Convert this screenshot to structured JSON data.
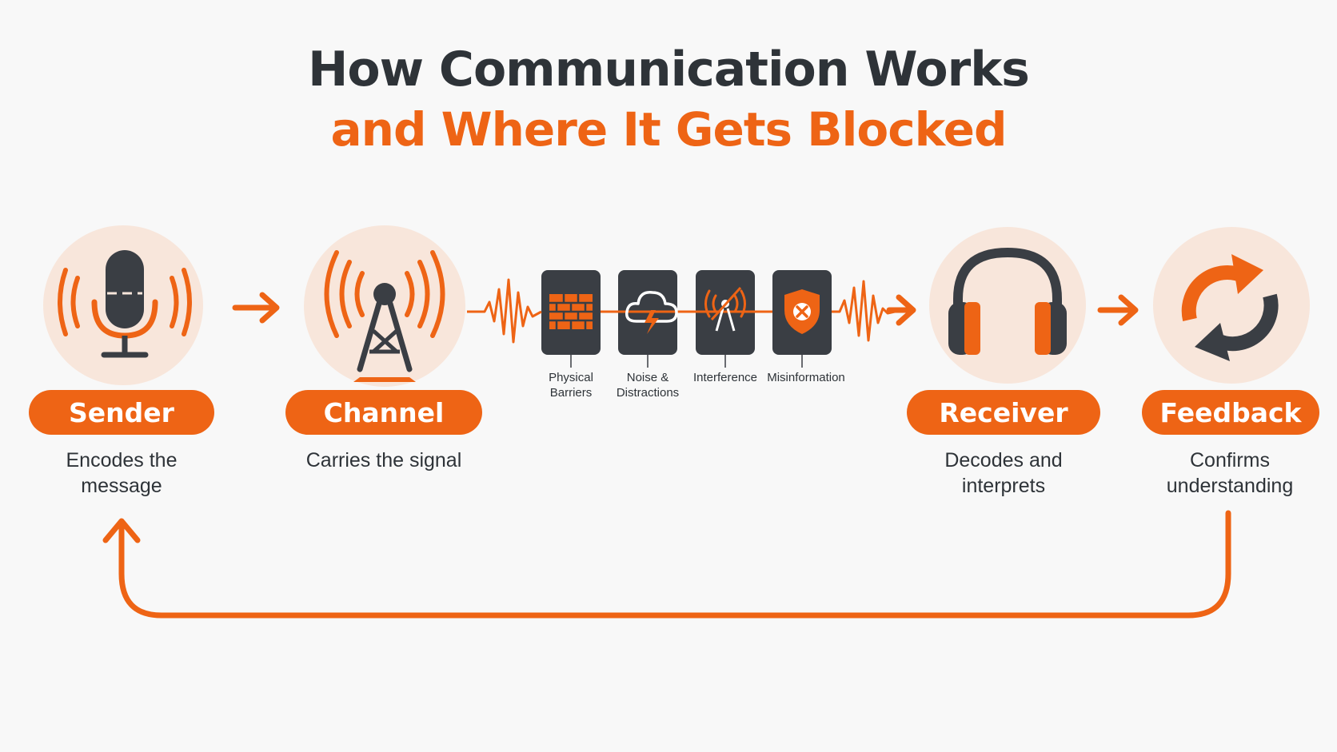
{
  "title": {
    "line1": "How Communication Works",
    "line2": "and Where It Gets Blocked"
  },
  "stages": [
    {
      "label": "Sender",
      "desc": "Encodes the message",
      "icon": "microphone-icon"
    },
    {
      "label": "Channel",
      "desc": "Carries the signal",
      "icon": "radio-tower-icon"
    },
    {
      "label": "Receiver",
      "desc": "Decodes and interprets",
      "icon": "headphones-icon"
    },
    {
      "label": "Feedback",
      "desc": "Confirms understanding",
      "icon": "refresh-cycle-icon"
    }
  ],
  "barriers": [
    {
      "label": "Physical Barriers",
      "icon": "brick-wall-icon"
    },
    {
      "label": "Noise & Distractions",
      "icon": "storm-cloud-icon"
    },
    {
      "label": "Interference",
      "icon": "signal-interference-icon"
    },
    {
      "label": "Misinformation",
      "icon": "shield-x-icon"
    }
  ],
  "colors": {
    "accent": "#ee6415",
    "dark": "#2e3338",
    "box": "#3a3e44",
    "circle": "#f8e6db"
  }
}
